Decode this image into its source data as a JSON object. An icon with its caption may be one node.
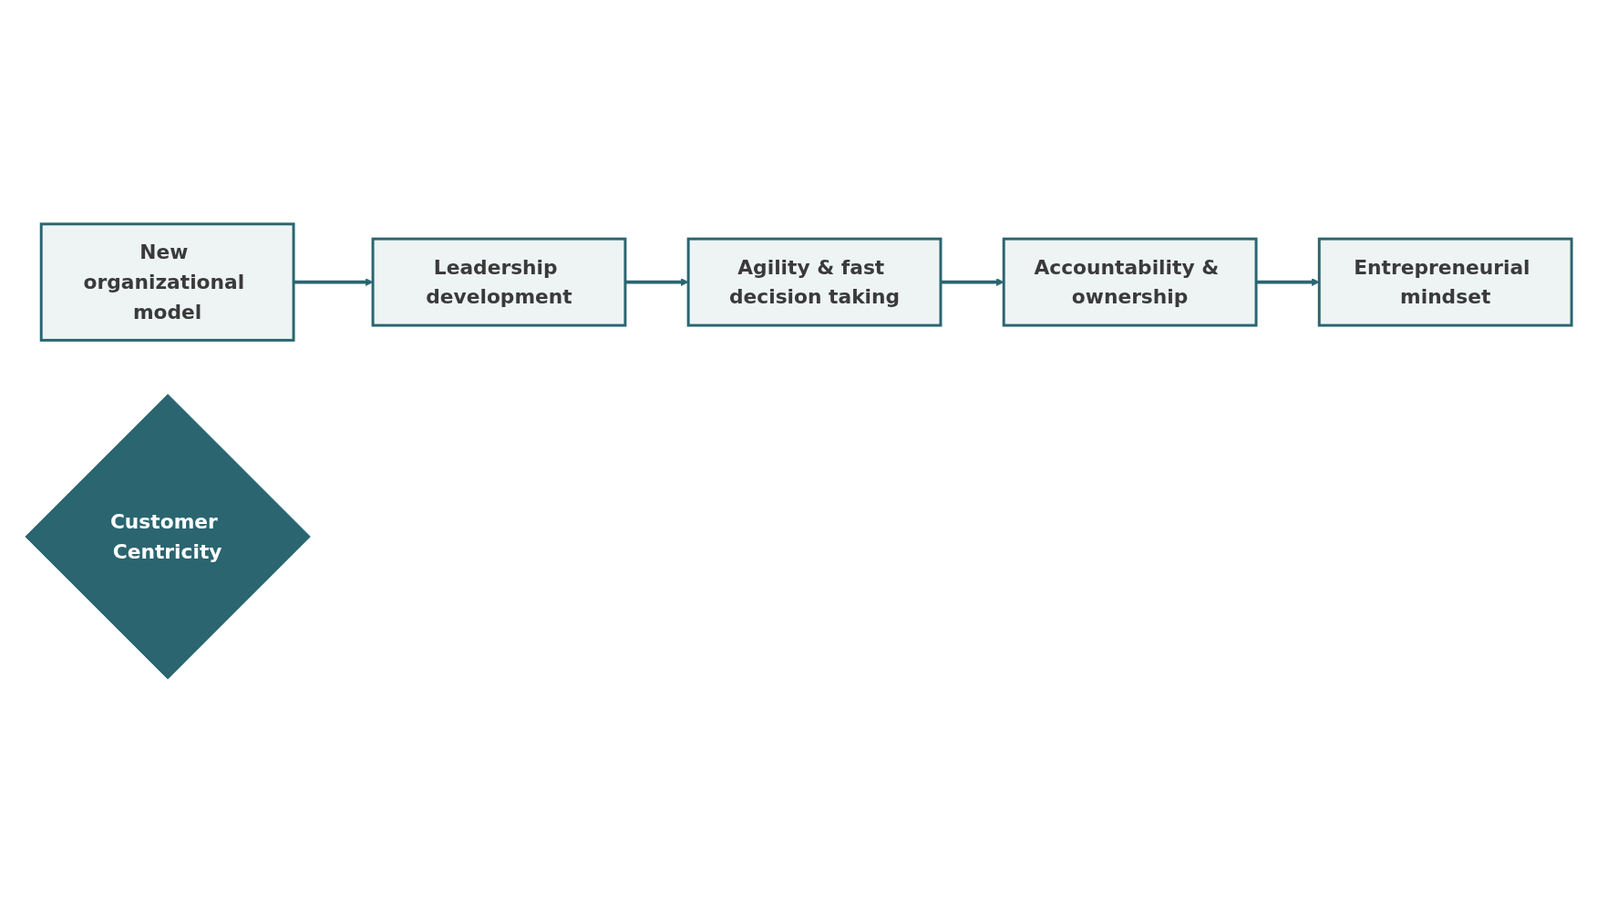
{
  "diagram": {
    "nodes": [
      {
        "text": [
          "New organizational model"
        ]
      },
      {
        "text": [
          "Leadership development"
        ]
      },
      {
        "text": [
          "Agility & fast decision taking"
        ]
      },
      {
        "text": [
          "Accountability & ownership"
        ]
      },
      {
        "text": [
          "Entrepreneurial mindset"
        ]
      },
      {
        "text": [
          "Customer Centricity"
        ]
      }
    ],
    "edges": [
      {
        "from": 0,
        "to": 1,
        "arrow": "to"
      },
      {
        "from": 1,
        "to": 2,
        "arrow": "to"
      },
      {
        "from": 2,
        "to": 3,
        "arrow": "to"
      },
      {
        "from": 3,
        "to": 4,
        "arrow": "to"
      }
    ]
  }
}
